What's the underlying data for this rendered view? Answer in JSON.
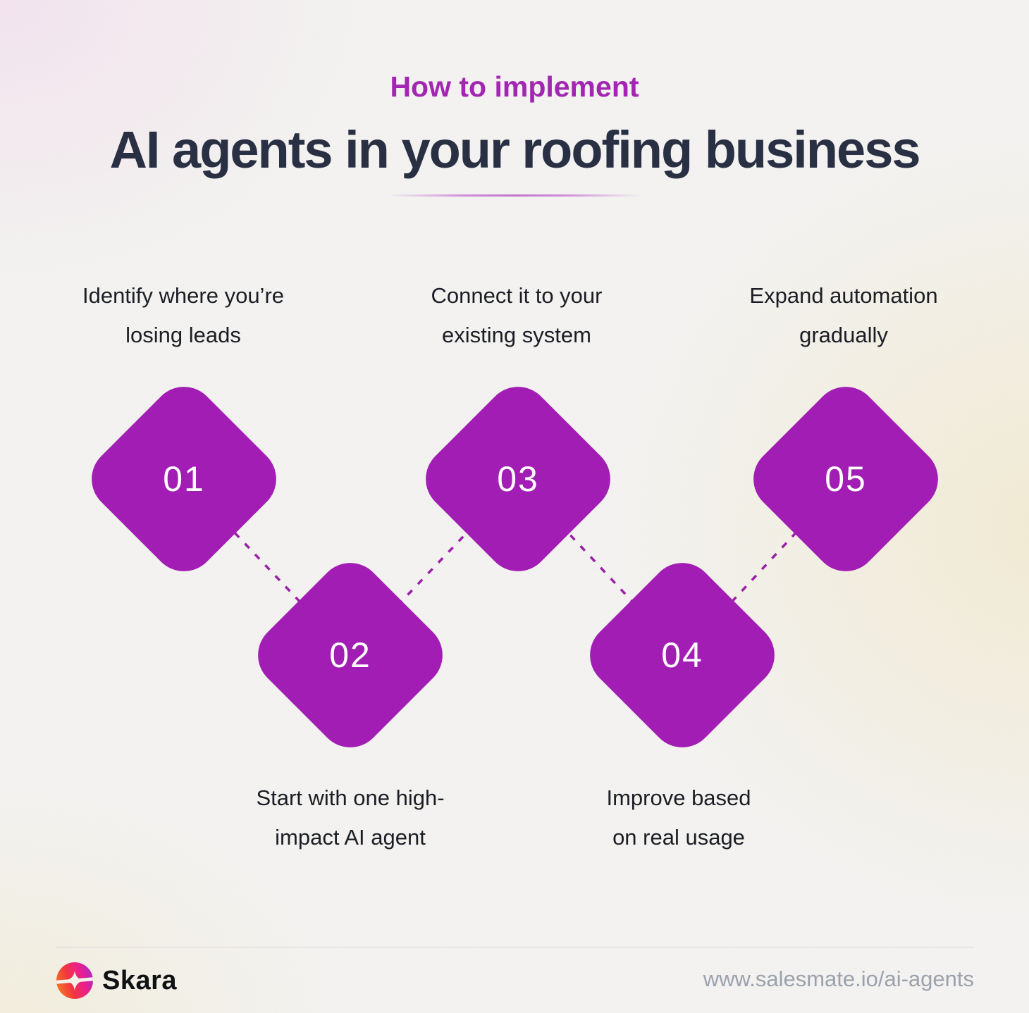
{
  "header": {
    "eyebrow": "How to implement",
    "title": "AI agents in your roofing business"
  },
  "steps": [
    {
      "number": "01",
      "line1": "Identify where you’re",
      "line2": "losing leads",
      "label_position": "above"
    },
    {
      "number": "02",
      "line1": "Start with one high-",
      "line2": "impact AI agent",
      "label_position": "below"
    },
    {
      "number": "03",
      "line1": "Connect it to your",
      "line2": "existing system",
      "label_position": "above"
    },
    {
      "number": "04",
      "line1": "Improve based",
      "line2": "on real usage",
      "label_position": "below"
    },
    {
      "number": "05",
      "line1": "Expand automation",
      "line2": "gradually",
      "label_position": "above"
    }
  ],
  "footer": {
    "brand": "Skara",
    "logo_icon": "sparkle-icon",
    "url": "www.salesmate.io/ai-agents"
  },
  "colors": {
    "diamond_purple": "#a21db4",
    "eyebrow_purple": "#a226b1",
    "title_navy": "#2a3044",
    "connector_purple": "#9c1fa8",
    "label_dark": "#1b1e24",
    "url_gray": "#9ba1ac",
    "background": "#f5f4f2"
  }
}
